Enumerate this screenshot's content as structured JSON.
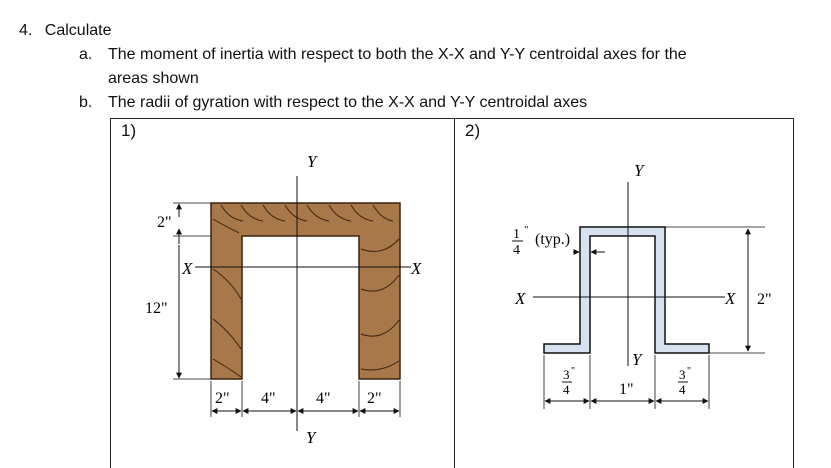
{
  "problem": {
    "number": "4.",
    "title": "Calculate",
    "part_a_marker": "a.",
    "part_a_line1": "The moment of inertia with respect to both the X-X and Y-Y centroidal axes for the",
    "part_a_line2": "areas shown",
    "part_b_marker": "b.",
    "part_b_text": "The radii of gyration with respect to the X-X and Y-Y centroidal axes"
  },
  "figure1": {
    "label": "1)",
    "axis_x": "X",
    "axis_y": "Y",
    "dim_2": "2\"",
    "dim_12": "12\"",
    "bottom_dims": [
      "2\"",
      "4\"",
      "4\"",
      "2\""
    ],
    "colors": {
      "wood": "#a8774a",
      "grain": "#3a2410"
    }
  },
  "figure2": {
    "label": "2)",
    "axis_x": "X",
    "axis_y": "Y",
    "thickness_num": "1",
    "thickness_den": "4",
    "thickness_inch": "\"",
    "thickness_note": "(typ.)",
    "height_dim": "2\"",
    "inner_dim": "1\"",
    "flange_num": "3",
    "flange_den": "4",
    "flange_inch": "\"",
    "colors": {
      "fill": "#d6e2ef"
    }
  }
}
